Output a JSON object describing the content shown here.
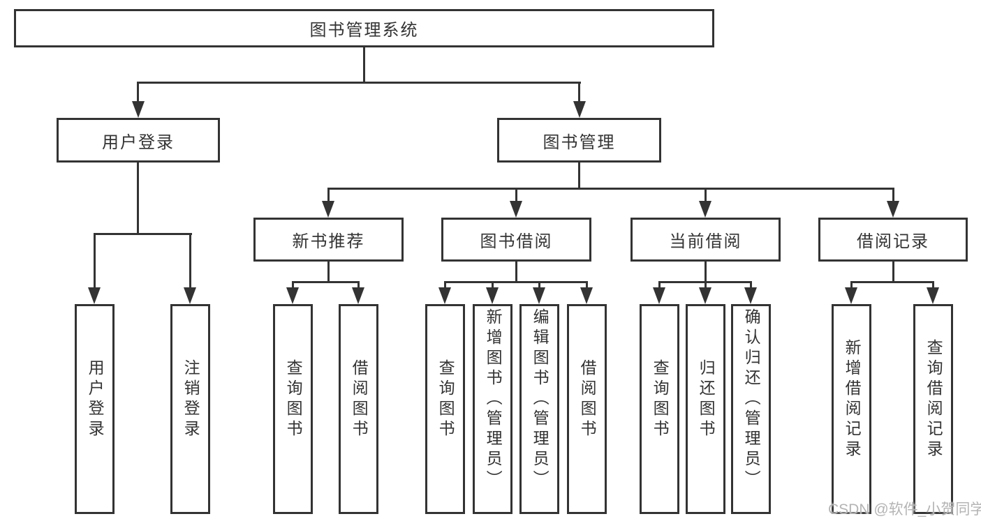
{
  "title": "图书管理系统",
  "watermark": "CSDN @软件_小贺同学",
  "colors": {
    "line": "#333333",
    "text": "#333333",
    "background": "#ffffff",
    "watermark": "#b4b4b4"
  },
  "tree": {
    "root": {
      "label": "图书管理系统",
      "children": [
        {
          "label": "用户登录",
          "children": [
            {
              "label": "用户登录"
            },
            {
              "label": "注销登录"
            }
          ]
        },
        {
          "label": "图书管理",
          "children": [
            {
              "label": "新书推荐",
              "children": [
                {
                  "label": "查询图书"
                },
                {
                  "label": "借阅图书"
                }
              ]
            },
            {
              "label": "图书借阅",
              "children": [
                {
                  "label": "查询图书"
                },
                {
                  "label": "新增图书（管理员）"
                },
                {
                  "label": "编辑图书（管理员）"
                },
                {
                  "label": "借阅图书"
                }
              ]
            },
            {
              "label": "当前借阅",
              "children": [
                {
                  "label": "查询图书"
                },
                {
                  "label": "归还图书"
                },
                {
                  "label": "确认归还（管理员）"
                }
              ]
            },
            {
              "label": "借阅记录",
              "children": [
                {
                  "label": "新增借阅记录"
                },
                {
                  "label": "查询借阅记录"
                }
              ]
            }
          ]
        }
      ]
    }
  }
}
